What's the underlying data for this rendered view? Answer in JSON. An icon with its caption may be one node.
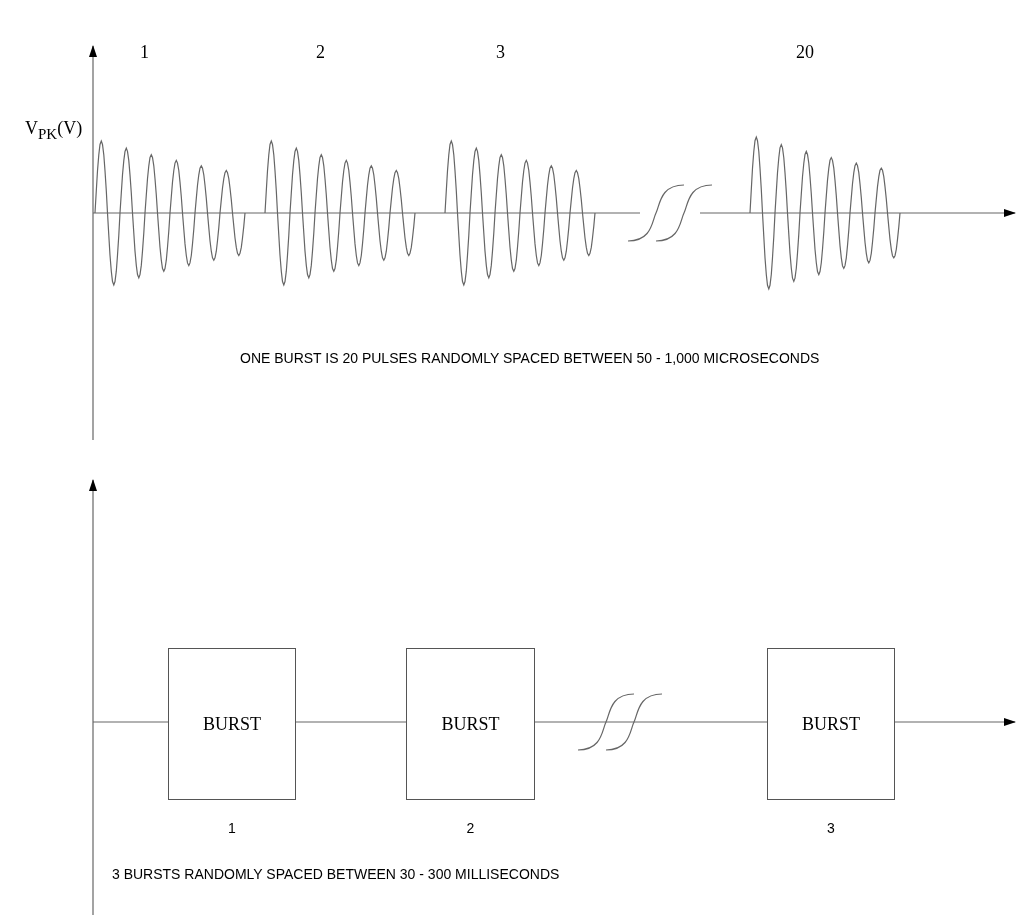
{
  "diagram": {
    "nodes": [
      {
        "text": [
          "BURST"
        ],
        "beside": [
          "1"
        ]
      },
      {
        "text": [
          "BURST"
        ],
        "beside": [
          "2"
        ]
      },
      {
        "text": [
          "BURST"
        ],
        "beside": [
          "3"
        ]
      }
    ],
    "edges": [
      {
        "from": 0,
        "to": 1,
        "arrow": "none"
      },
      {
        "from": 1,
        "to": 2,
        "arrow": "none"
      }
    ],
    "labels": [
      "1",
      "2",
      "3",
      "20",
      "V$_{PK}$(V)",
      "ONE BURST IS 20 PULSES RANDOMLY SPACED BETWEEN 50 - 1,000 MICROSECONDS",
      "3 BURSTS RANDOMLY SPACED BETWEEN 30 - 300 MILLISECONDS"
    ]
  }
}
